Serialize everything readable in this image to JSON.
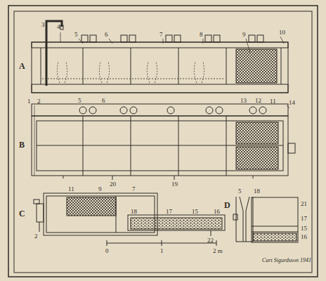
{
  "diagram": {
    "labels": [
      "3",
      "4",
      "5",
      "6",
      "7",
      "8",
      "9",
      "10",
      "A",
      "1",
      "2",
      "5",
      "6",
      "13",
      "12",
      "11",
      "14",
      "B",
      "20",
      "19",
      "C",
      "11",
      "9",
      "7",
      "2",
      "18",
      "17",
      "15",
      "16",
      "22",
      "5",
      "18",
      "D",
      "21",
      "17",
      "15",
      "16",
      "0",
      "1",
      "2 m",
      "Curt Sigurdsson 1941"
    ]
  }
}
